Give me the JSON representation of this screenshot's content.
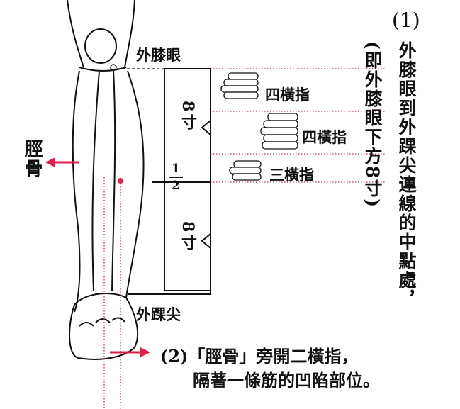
{
  "labels": {
    "knee_eye": "外膝眼",
    "ankle_tip": "外踝尖",
    "tibia": "脛骨",
    "upper_cun": "8寸",
    "lower_cun": "8寸",
    "half_num": "1",
    "half_den": "2",
    "fingers_1": "四橫指",
    "fingers_2": "四橫指",
    "fingers_3": "三橫指"
  },
  "note1": {
    "num": "(1)",
    "main": "外膝眼到外踝尖連線的中點處，",
    "aside": "(即外膝眼下方8寸)"
  },
  "note2": {
    "line1": "(2)「脛骨」旁開二橫指，",
    "line2": "隔著一條筋的凹陷部位。"
  },
  "colors": {
    "accent": "#e0204a",
    "ink": "#111111"
  }
}
